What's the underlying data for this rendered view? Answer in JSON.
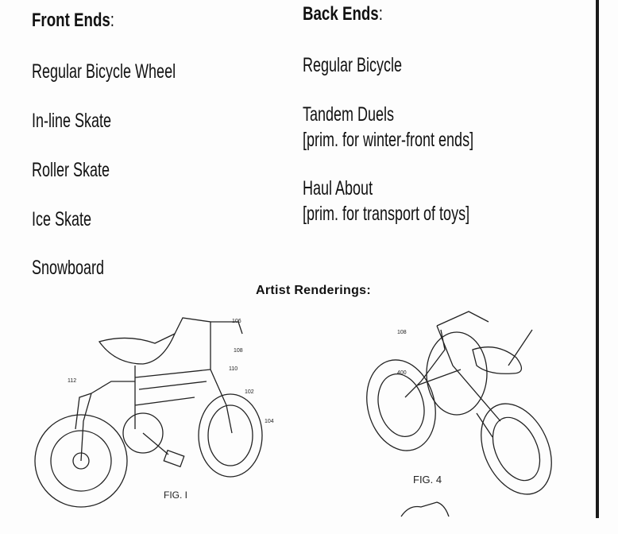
{
  "front_ends": {
    "heading": "Front Ends",
    "colon": ":",
    "items": [
      "Regular Bicycle Wheel",
      "In-line Skate",
      "Roller Skate",
      "Ice Skate",
      "Snowboard"
    ]
  },
  "back_ends": {
    "heading": "Back Ends",
    "colon": ":",
    "items": [
      {
        "name": "Regular Bicycle"
      },
      {
        "name": "Tandem Duels",
        "note": "[prim. for winter-front ends]"
      },
      {
        "name": "Haul About",
        "note": "[prim. for transport of toys]"
      }
    ]
  },
  "renderings": {
    "heading": "Artist Renderings:",
    "fig1": {
      "caption": "FIG. I",
      "labels": [
        "106",
        "108",
        "110",
        "112",
        "102",
        "104"
      ]
    },
    "fig4": {
      "caption": "FIG. 4",
      "labels": [
        "108",
        "400"
      ]
    }
  }
}
